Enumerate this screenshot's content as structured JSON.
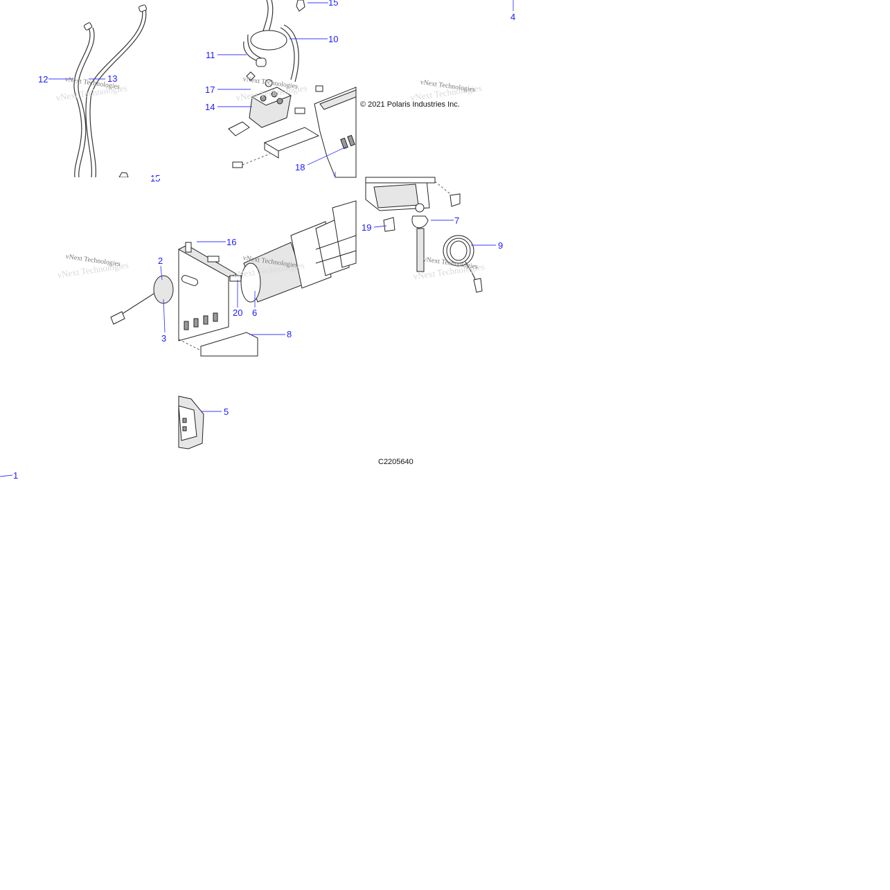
{
  "diagram": {
    "copyright": "© 2021 Polaris Industries Inc.",
    "figure_code": "C2205640",
    "watermark": "vNext Technologies",
    "callouts": {
      "c1": "1",
      "c2": "2",
      "c3": "3",
      "c4": "4",
      "c5": "5",
      "c6": "6",
      "c7": "7",
      "c8": "8",
      "c9": "9",
      "c10": "10",
      "c11": "11",
      "c12": "12",
      "c13": "13",
      "c14": "14",
      "c15a": "15",
      "c15b": "15",
      "c16": "16",
      "c17": "17",
      "c18": "18",
      "c19": "19",
      "c20": "20"
    }
  }
}
